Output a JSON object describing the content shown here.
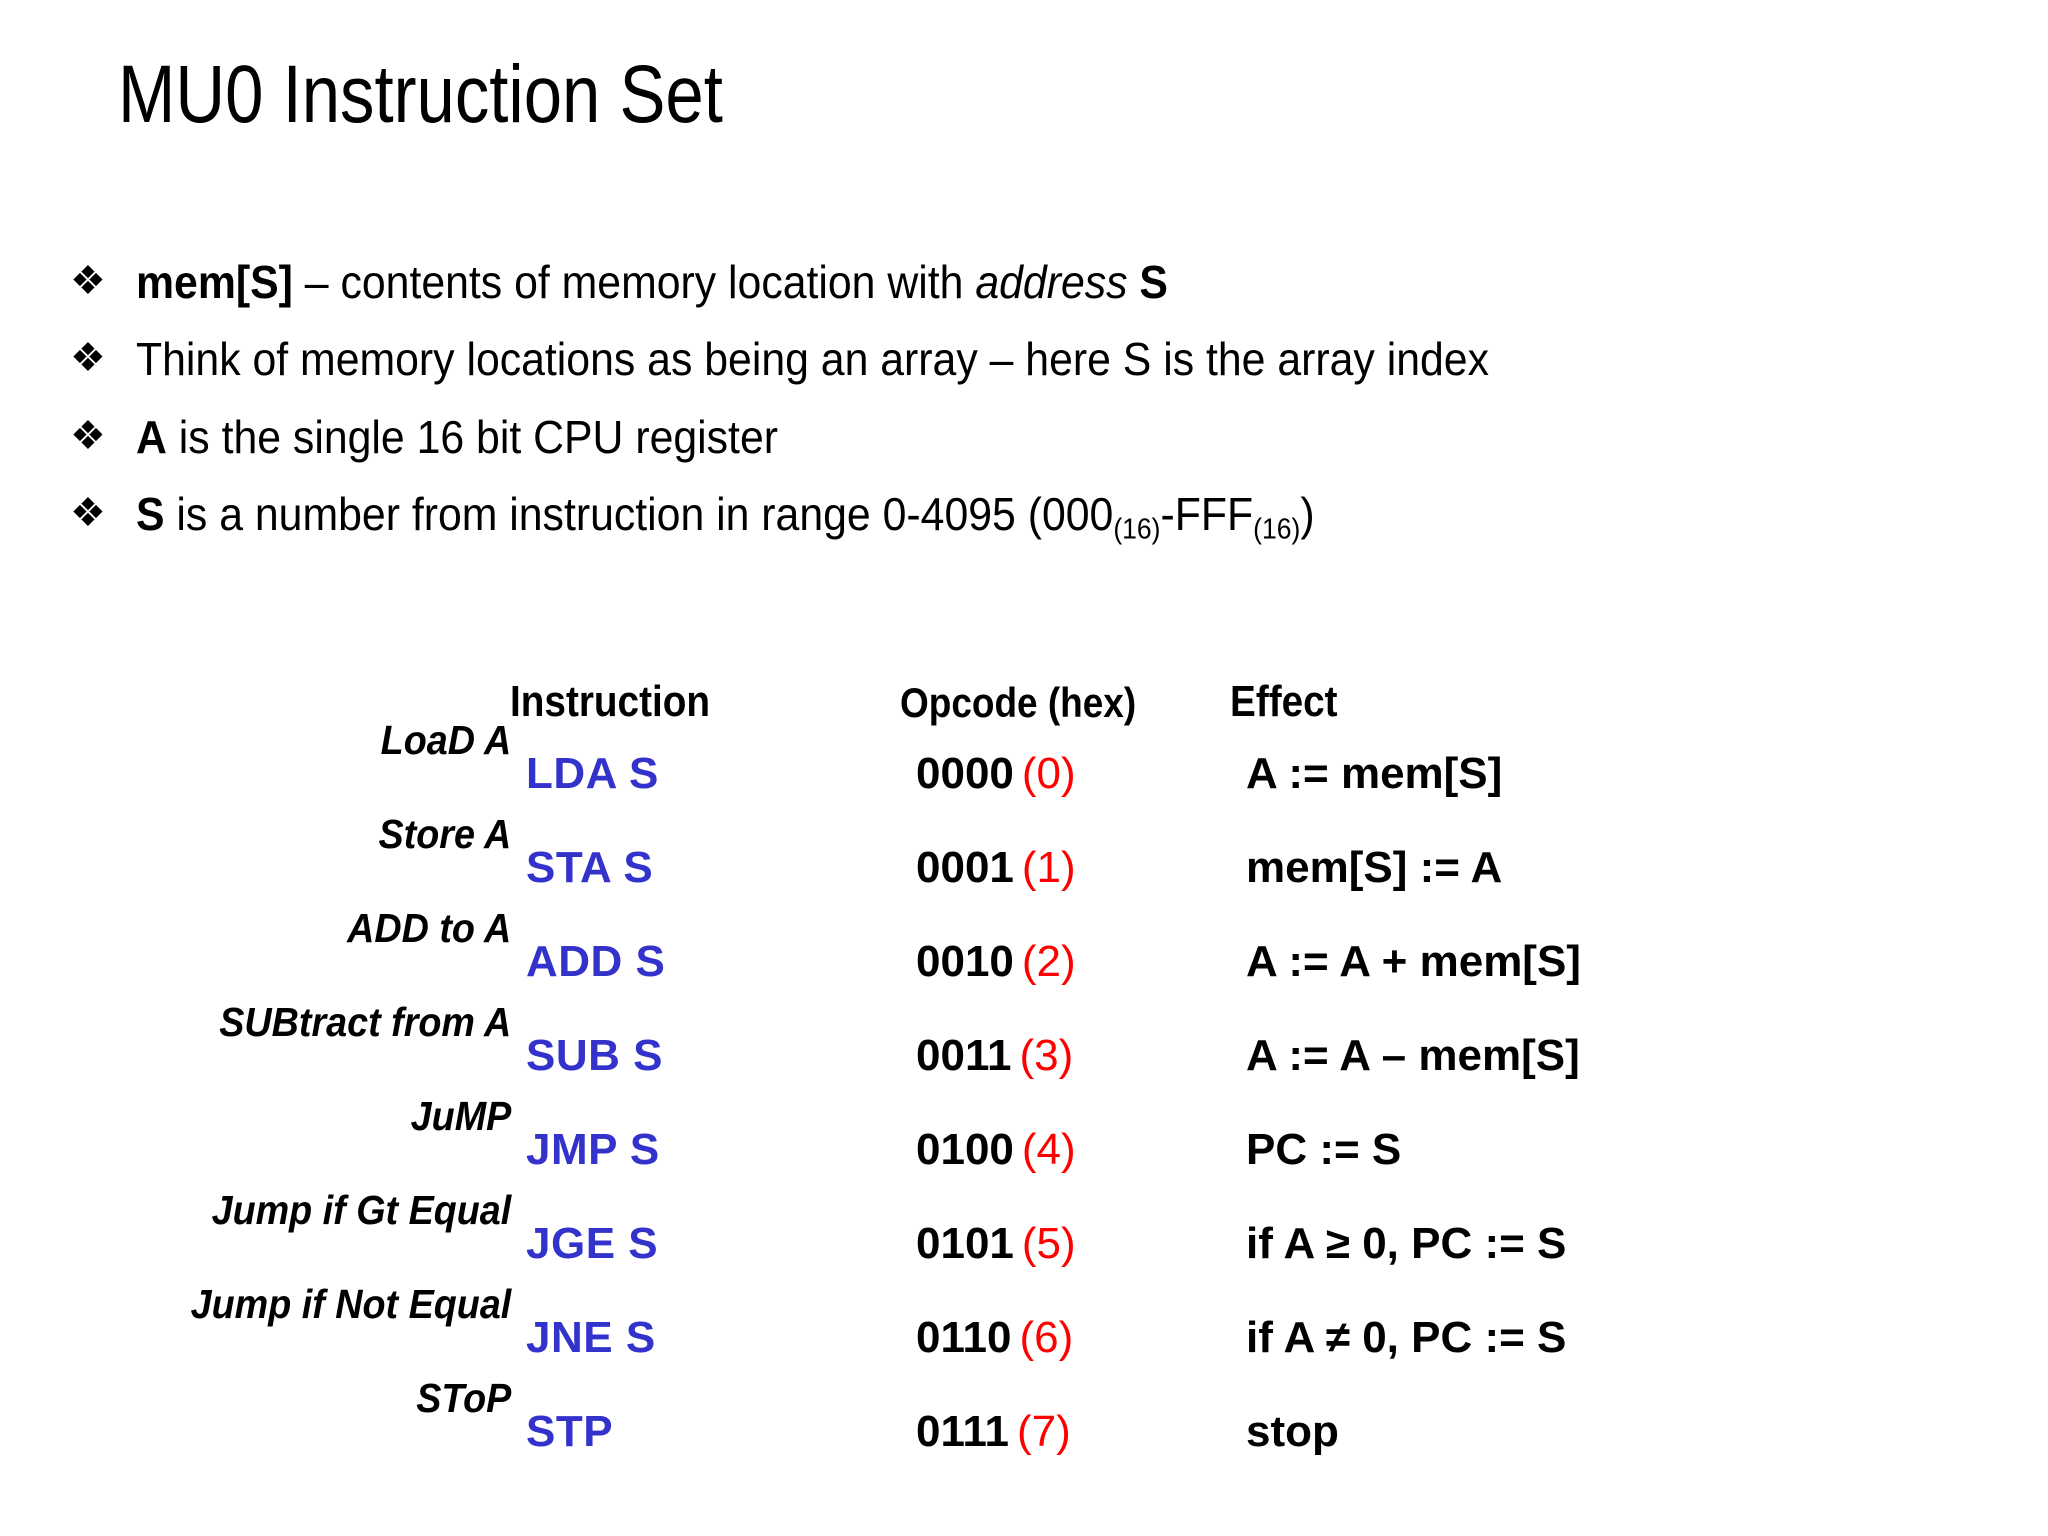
{
  "slide": {
    "title": "MU0 Instruction Set"
  },
  "bullets": {
    "glyph": "❖",
    "items": [
      {
        "id": "mem-definition",
        "parts": [
          {
            "text": "mem[S]",
            "style": "bold"
          },
          {
            "text": " – contents of memory location with ",
            "style": "normal"
          },
          {
            "text": "address",
            "style": "italic"
          },
          {
            "text": " ",
            "style": "normal"
          },
          {
            "text": "S",
            "style": "bold"
          }
        ]
      },
      {
        "id": "memory-array",
        "parts": [
          {
            "text": "Think of memory locations as being an array – here S is the array index",
            "style": "normal"
          }
        ]
      },
      {
        "id": "register-a",
        "parts": [
          {
            "text": "A",
            "style": "bold"
          },
          {
            "text": " is the single 16 bit CPU register",
            "style": "normal"
          }
        ]
      },
      {
        "id": "range-s",
        "parts": [
          {
            "text": "S",
            "style": "bold"
          },
          {
            "text": " is a number from instruction in range 0-4095 (000",
            "style": "normal"
          },
          {
            "text": "(16)",
            "style": "sub"
          },
          {
            "text": "-FFF",
            "style": "normal"
          },
          {
            "text": "(16)",
            "style": "sub"
          },
          {
            "text": ")",
            "style": "normal"
          }
        ]
      }
    ]
  },
  "table": {
    "headers": {
      "description": "",
      "instruction": "Instruction",
      "opcode": "Opcode (hex)",
      "effect": "Effect"
    },
    "rows": [
      {
        "description": "LoaD A",
        "instruction": "LDA S",
        "opcode_bin": "0000",
        "opcode_dec": "(0)",
        "effect": "A := mem[S]"
      },
      {
        "description": "Store A",
        "instruction": "STA S",
        "opcode_bin": "0001",
        "opcode_dec": "(1)",
        "effect": "mem[S] := A"
      },
      {
        "description": "ADD to A",
        "instruction": "ADD S",
        "opcode_bin": "0010",
        "opcode_dec": "(2)",
        "effect": "A := A + mem[S]"
      },
      {
        "description": "SUBtract from A",
        "instruction": "SUB S",
        "opcode_bin": "0011",
        "opcode_dec": "(3)",
        "effect": "A := A – mem[S]"
      },
      {
        "description": "JuMP",
        "instruction": "JMP S",
        "opcode_bin": "0100",
        "opcode_dec": "(4)",
        "effect": "PC := S"
      },
      {
        "description": "Jump if Gt Equal",
        "instruction": "JGE S",
        "opcode_bin": "0101",
        "opcode_dec": "(5)",
        "effect": "if A ≥ 0, PC := S"
      },
      {
        "description": "Jump if Not Equal",
        "instruction": "JNE S",
        "opcode_bin": "0110",
        "opcode_dec": "(6)",
        "effect": "if A ≠ 0, PC := S"
      },
      {
        "description": "SToP",
        "instruction": "STP",
        "opcode_bin": "0111",
        "opcode_dec": "(7)",
        "effect": "stop"
      }
    ]
  },
  "colors": {
    "instruction": "#3333cc",
    "opcode_decimal": "#ff0000",
    "text": "#000000",
    "background": "#ffffff"
  }
}
